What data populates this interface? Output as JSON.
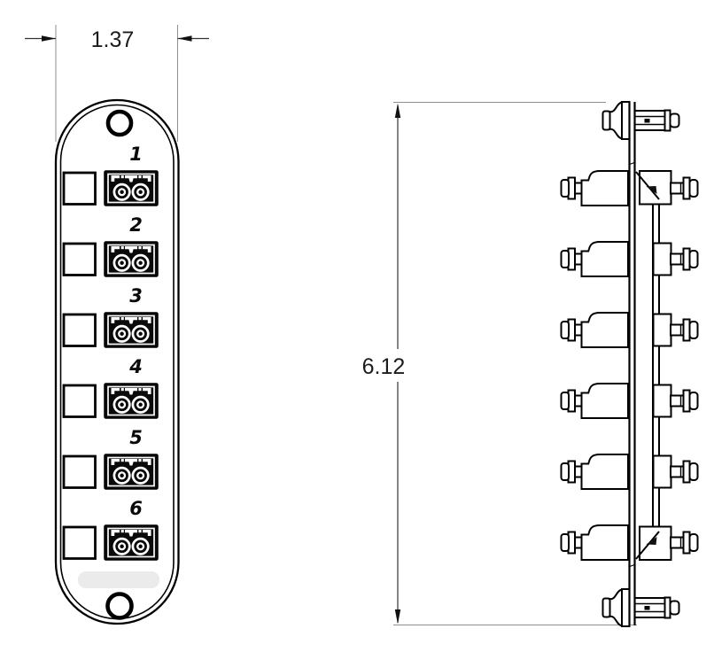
{
  "drawing": {
    "dimensions": {
      "width": "1.37",
      "height": "6.12"
    },
    "front_view": {
      "port_labels": [
        "1",
        "2",
        "3",
        "4",
        "5",
        "6"
      ]
    },
    "colors": {
      "line": "#000000",
      "extension_line": "#8f8f8f",
      "dimension_text": "#1c1c1c",
      "faint_label": "#ebebeb",
      "background": "#ffffff"
    }
  }
}
